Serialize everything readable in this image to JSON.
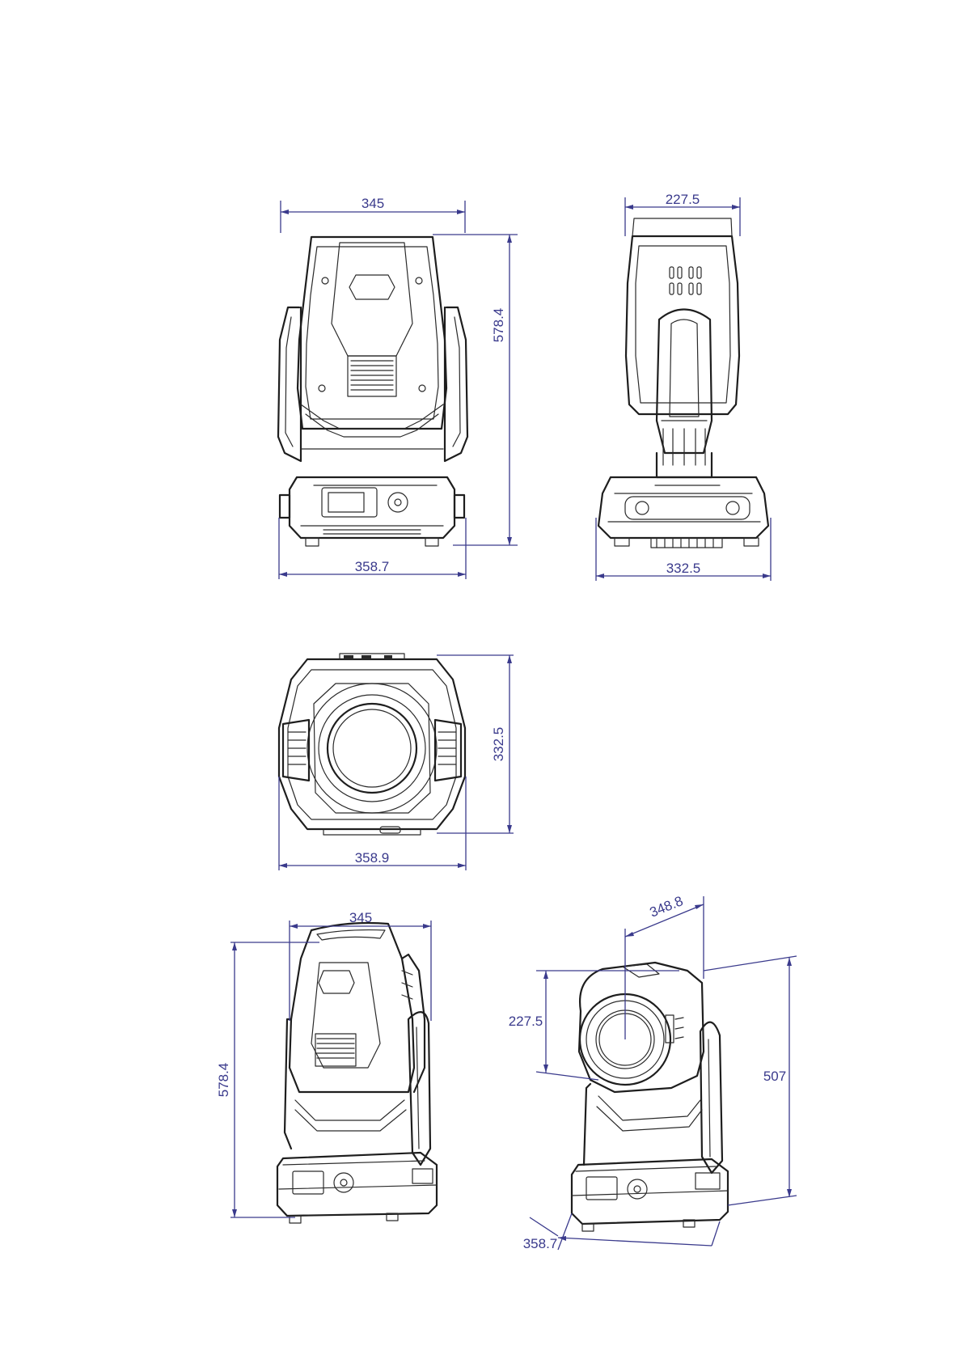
{
  "colors": {
    "dimension": "#3a3a8c",
    "linework": "#1e1e1e",
    "background": "#ffffff"
  },
  "views": {
    "front": {
      "width_top": "345",
      "height": "578.4",
      "width_base": "358.7"
    },
    "side": {
      "width_top": "227.5",
      "width_base": "332.5"
    },
    "top": {
      "height": "332.5",
      "width": "358.9"
    },
    "iso_left": {
      "width_top": "345",
      "height": "578.4"
    },
    "iso_right": {
      "depth_top": "348.8",
      "head_height": "227.5",
      "height": "507",
      "base": "358.7"
    }
  }
}
